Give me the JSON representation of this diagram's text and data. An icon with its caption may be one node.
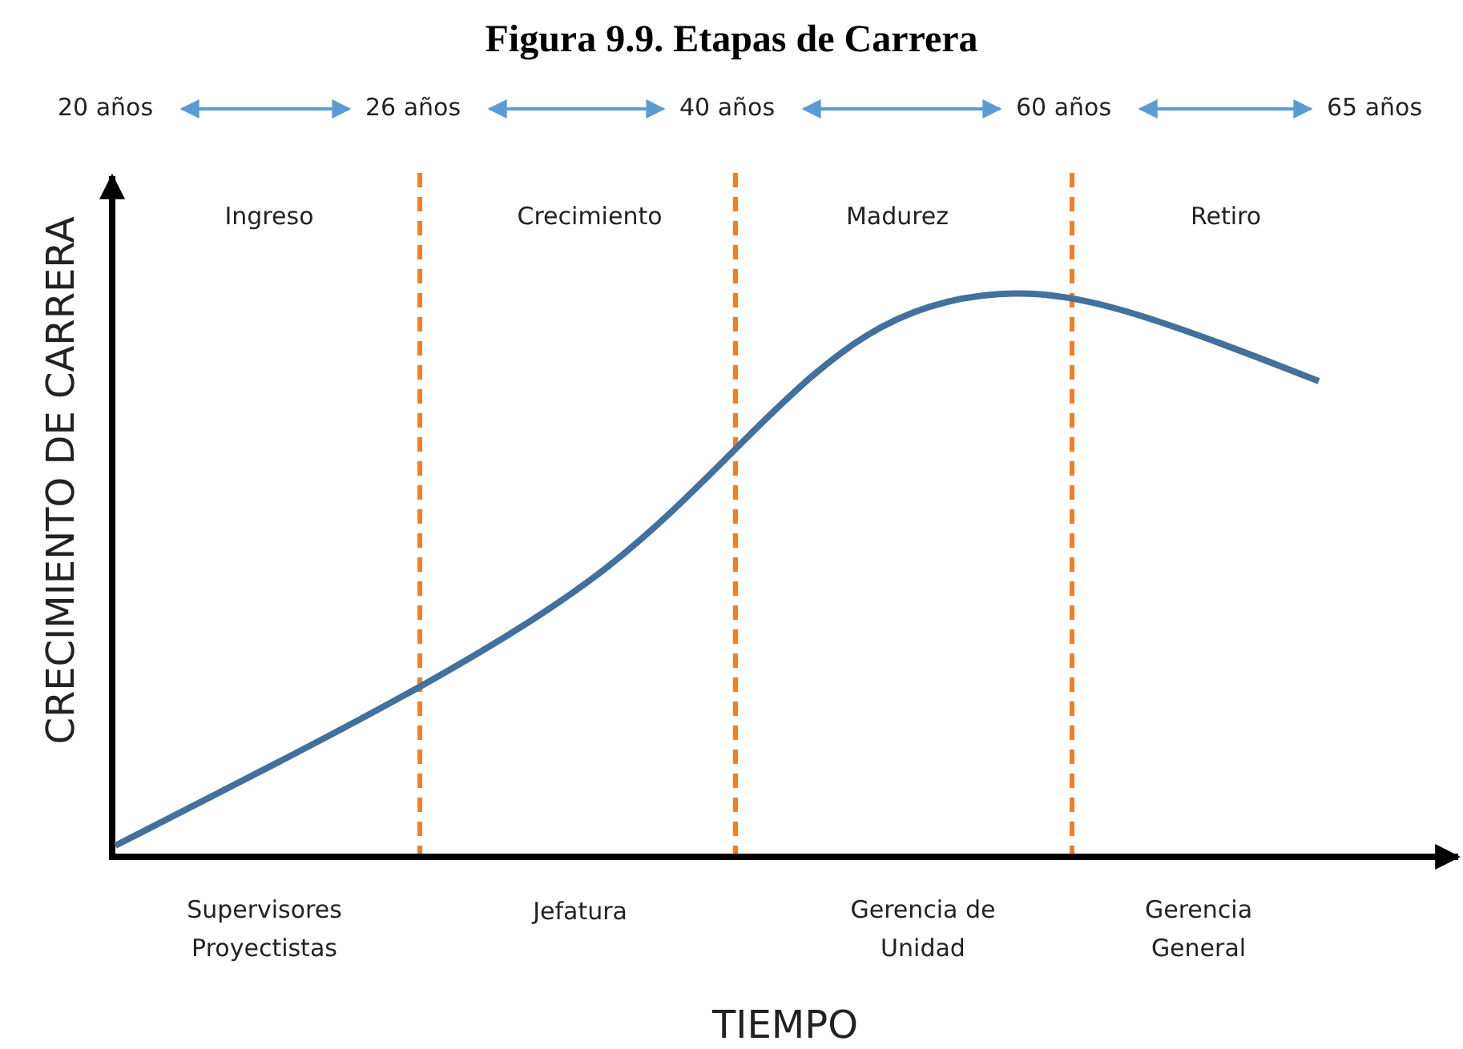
{
  "diagram": {
    "title": "Figura 9.9. Etapas de Carrera",
    "nodes": [
      {
        "text": [
          "20 años"
        ]
      },
      {
        "text": [
          "26 años"
        ]
      },
      {
        "text": [
          "40 años"
        ]
      },
      {
        "text": [
          "60 años"
        ]
      },
      {
        "text": [
          "65 años"
        ]
      }
    ],
    "edges": [
      {
        "from": 0,
        "to": 1,
        "arrow": "both"
      },
      {
        "from": 1,
        "to": 2,
        "arrow": "both"
      },
      {
        "from": 2,
        "to": 3,
        "arrow": "both"
      },
      {
        "from": 3,
        "to": 4,
        "arrow": "both"
      }
    ],
    "labels": [
      "Ingreso",
      "Crecimiento",
      "Madurez",
      "Retiro",
      "CRECIMIENTO DE CARRERA",
      "Supervisores Proyectistas",
      "Jefatura",
      "Gerencia de Unidad",
      "Gerencia General",
      "TIEMPO"
    ]
  }
}
